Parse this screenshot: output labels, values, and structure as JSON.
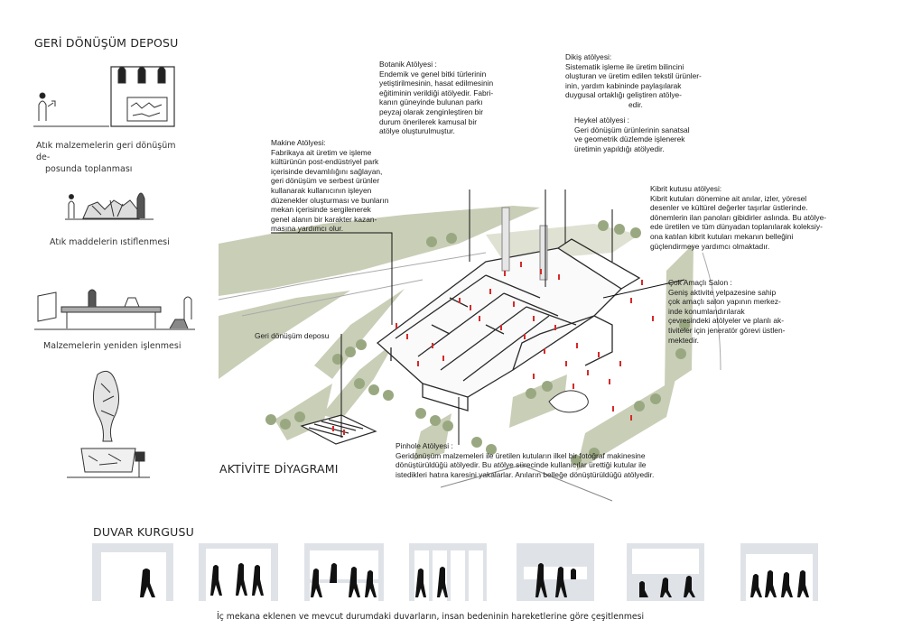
{
  "left": {
    "section_title": "GERİ DÖNÜŞÜM DEPOSU",
    "steps": [
      {
        "caption_line1": "Atık malzemelerin geri dönüşüm de-",
        "caption_line2": "posunda toplanması"
      },
      {
        "caption_line1": "Atık maddelerin ıstiflenmesi",
        "caption_line2": ""
      },
      {
        "caption_line1": "Malzemelerin yeniden işlenmesi",
        "caption_line2": ""
      }
    ]
  },
  "diagram": {
    "title": "AKTİVİTE DİYAGRAMI",
    "notes": {
      "botanik": {
        "title": "Botanik Atölyesi :",
        "lines": [
          "Endemik ve genel bitki türlerinin",
          "yetiştirilmesinin, hasat edilmesinin",
          "eğitiminin verildiği atölyedir. Fabri-",
          "kanın güneyinde bulunan parkı",
          "peyzaj olarak zenginleştiren bir",
          "durum önerilerek kamusal bir",
          "atölye oluşturulmuştur."
        ]
      },
      "dikis": {
        "title": "Dikiş atölyesi:",
        "lines": [
          "Sistematik işleme ile üretim bilincini",
          "oluşturan ve üretim edilen tekstil ürünler-",
          "inin, yardım kabininde paylaşılarak",
          "duygusal ortaklığı geliştiren atölye-",
          "edir."
        ]
      },
      "heykel": {
        "title": "Heykel atölyesi :",
        "lines": [
          "Geri dönüşüm ürünlerinin sanatsal",
          "ve geometrik düzlemde işlenerek",
          "üretimin yapıldığı atölyedir."
        ]
      },
      "makine": {
        "title": "Makine Atölyesi:",
        "lines": [
          "Fabrikaya ait üretim ve işleme",
          "kültürünün post-endüstriyel park",
          "içerisinde devamlılığını sağlayan,",
          "geri dönüşüm ve serbest ürünler",
          "kullanarak kullanıcının işleyen",
          "düzenekler oluşturması ve bunların",
          "mekan içerisinde sergilenerek",
          "genel alanın bir karakter kazan-",
          "masına yardımcı olur."
        ]
      },
      "kibrit": {
        "title": "Kibrit kutusu atölyesi:",
        "lines": [
          "Kibrit kutuları dönemine ait anılar, izler, yöresel",
          "desenler ve kültürel değerler taşırlar üstlerinde.",
          "dönemlerin ilan panoları gibidirler aslında. Bu atölye-",
          "ede üretilen ve tüm dünyadan toplanılarak koleksiy-",
          "ona katılan kibrit kutuları mekanın belleğini",
          "güçlendirmeye yardımcı olmaktadır."
        ]
      },
      "salon": {
        "title": "Çok Amaçlı Salon :",
        "lines": [
          "Geniş aktivite yelpazesine sahip",
          "çok amaçlı salon yapının merkez-",
          "inde konumlandırılarak",
          "çevresindeki atölyeler ve planlı ak-",
          "tiviteler için jeneratör görevi üstlen-",
          "mektedir."
        ]
      },
      "depo": {
        "title": "Geri dönüşüm deposu",
        "lines": []
      },
      "pinhole": {
        "title": "Pinhole Atölyesi :",
        "lines": [
          "Geridönüşüm malzemeleri ile üretilen kutuların ilkel bir fotoğraf makinesine",
          "dönüştürüldüğü atölyedir. Bu atölye sürecinde kullanıcılar ürettiği kutular ile",
          "istedikleri hatıra karesini yakalarlar. Anıların belleğe dönüştürüldüğü atölyedir."
        ]
      }
    }
  },
  "bottom": {
    "section_title": "DUVAR KURGUSU",
    "caption": "İç mekana eklenen ve mevcut durumdaki duvarların, insan bedeninin hareketlerine göre çeşitlenmesi"
  },
  "colors": {
    "grass": "#c9ceb7",
    "people": "#d62a2a",
    "ink": "#2a2a2a",
    "tree": "#9aa882"
  }
}
